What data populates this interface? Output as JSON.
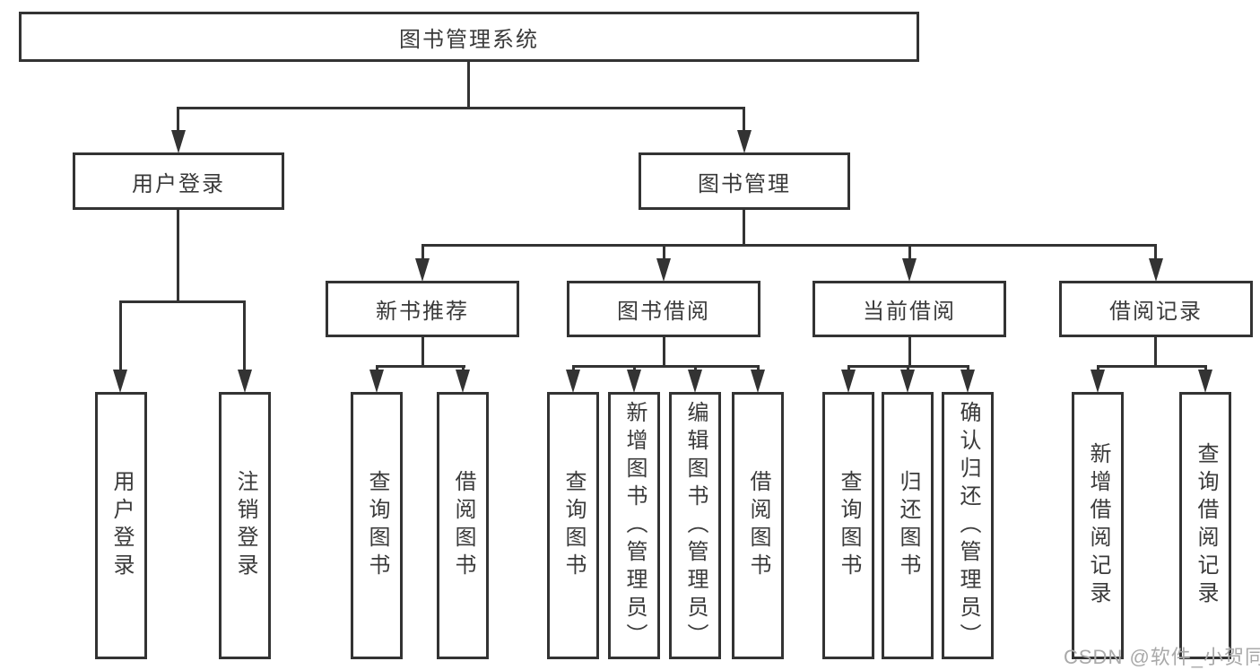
{
  "colors": {
    "line": "#333333",
    "node_border": "#333333",
    "node_text": "#3a3a3a",
    "background": "#ffffff",
    "watermark_text": "#a9a9a9"
  },
  "watermark": {
    "text": "CSDN @软件_小贺同学"
  },
  "tree": {
    "root": {
      "label": "图书管理系统",
      "children": [
        {
          "label": "用户登录",
          "children": [
            {
              "label": "用户登录"
            },
            {
              "label": "注销登录"
            }
          ]
        },
        {
          "label": "图书管理",
          "children": [
            {
              "label": "新书推荐",
              "children": [
                {
                  "label": "查询图书"
                },
                {
                  "label": "借阅图书"
                }
              ]
            },
            {
              "label": "图书借阅",
              "children": [
                {
                  "label": "查询图书"
                },
                {
                  "label": "新增图书（管理员）"
                },
                {
                  "label": "编辑图书（管理员）"
                },
                {
                  "label": "借阅图书"
                }
              ]
            },
            {
              "label": "当前借阅",
              "children": [
                {
                  "label": "查询图书"
                },
                {
                  "label": "归还图书"
                },
                {
                  "label": "确认归还（管理员）"
                }
              ]
            },
            {
              "label": "借阅记录",
              "children": [
                {
                  "label": "新增借阅记录"
                },
                {
                  "label": "查询借阅记录"
                }
              ]
            }
          ]
        }
      ]
    }
  }
}
